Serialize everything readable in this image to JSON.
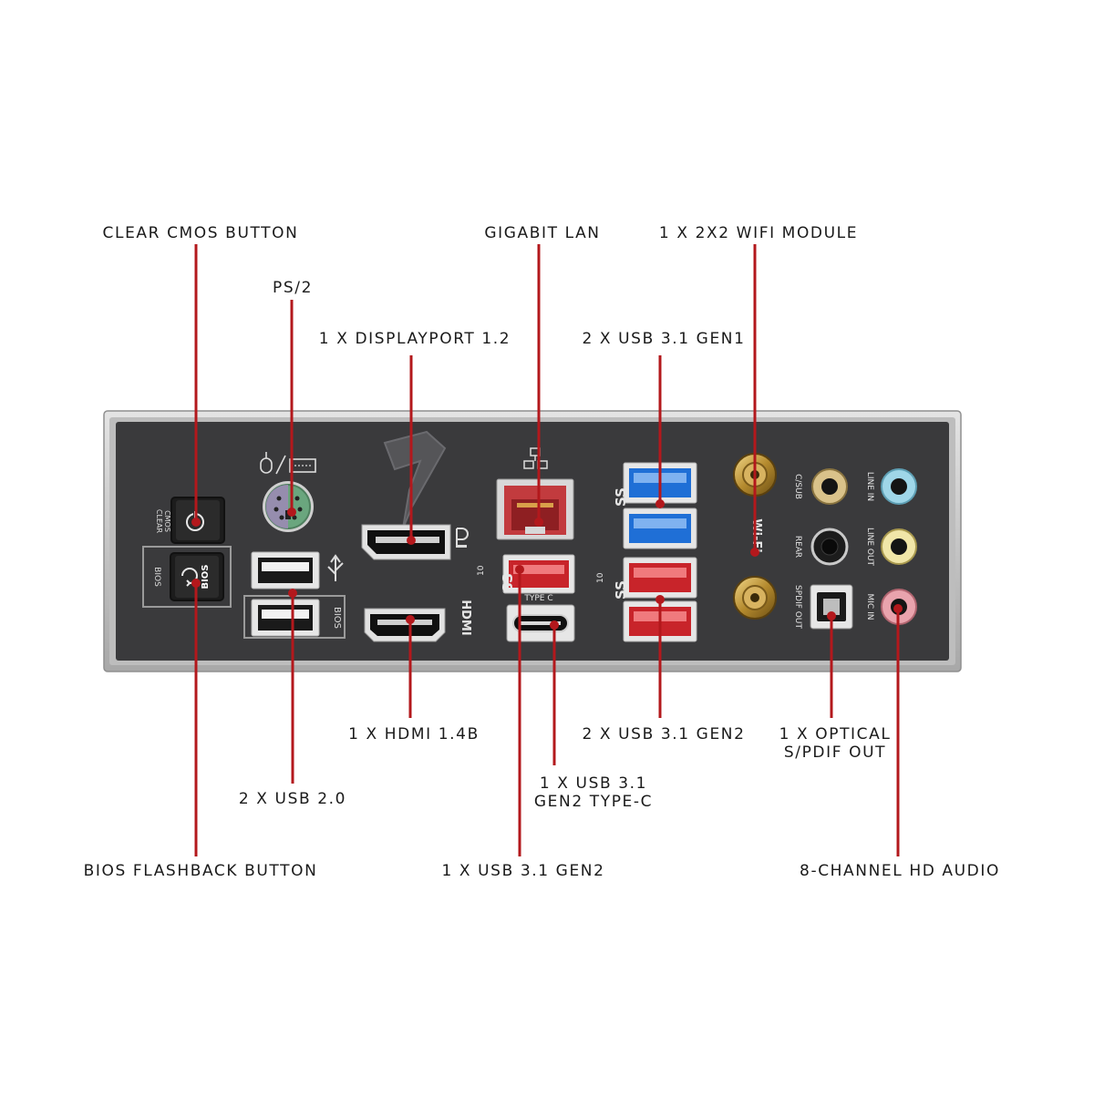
{
  "callouts": {
    "clear_cmos": "CLEAR CMOS BUTTON",
    "ps2": "PS/2",
    "displayport": "1 X DISPLAYPORT 1.2",
    "gigabit_lan": "GIGABIT LAN",
    "wifi_module": "1 X 2X2 WIFI MODULE",
    "usb31_gen1": "2 X USB 3.1 GEN1",
    "hdmi": "1 X HDMI 1.4B",
    "usb31_gen2_pair": "2 X USB 3.1 GEN2",
    "optical_line1": "1 X OPTICAL",
    "optical_line2": "S/PDIF OUT",
    "usb20": "2 X USB 2.0",
    "type_c_line1": "1 X USB 3.1",
    "type_c_line2": "GEN2 TYPE-C",
    "bios_flashback": "BIOS FLASHBACK BUTTON",
    "usb31_gen2_single": "1 X USB 3.1 GEN2",
    "hd_audio": "8-CHANNEL HD AUDIO"
  },
  "panel_text": {
    "clear_cmos_line1": "CLEAR",
    "clear_cmos_line2": "CMOS",
    "bios_side": "BIOS",
    "bios_button": "BIOS",
    "bios_usb": "BIOS",
    "hdmi": "HDMI",
    "type_c": "TYPE C",
    "wifi": "Wi-Fi",
    "c_sub": "C/SUB",
    "rear": "REAR",
    "spdif_out": "SPDIF OUT",
    "line_in": "LINE IN",
    "line_out": "LINE OUT",
    "mic_in": "MIC IN",
    "ss10_a": "10",
    "ss10_b": "10",
    "ss_a": "SS",
    "ss_b": "SS",
    "ss_c": "SS"
  },
  "colors": {
    "callout_line": "#b3181c",
    "panel": "#3a3a3c",
    "bracket": "#c9c9c9",
    "usb_gen1": "#1f6fd6",
    "usb_gen2": "#d6262b",
    "ps2_port": "#6aa67e"
  }
}
